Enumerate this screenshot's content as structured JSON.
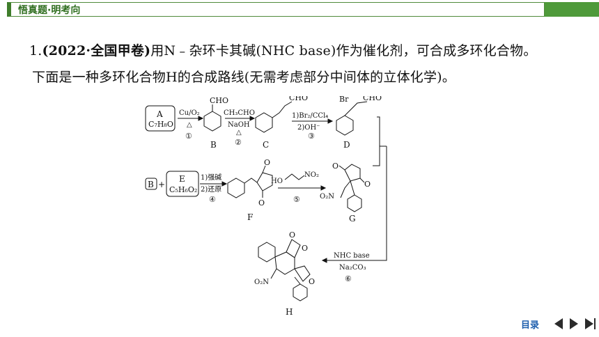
{
  "header": {
    "title": "悟真题·明考向"
  },
  "question": {
    "line1_num": "1.",
    "line1_src": "(2022·全国甲卷)",
    "line1_rest": "用N﹣杂环卡其碱(NHC base)作为催化剂，可合成多环化合物。",
    "line2": "下面是一种多环化合物H的合成路线(无需考虑部分中间体的立体化学)。"
  },
  "scheme": {
    "A": "A",
    "A_formula": "C₇H₈O",
    "step1_reagent": "Cu/O₂",
    "step1_cond": "△",
    "step1_num": "①",
    "B": "B",
    "B_sub": "CHO",
    "step2_reagent": "CH₃CHO",
    "step2_cond1": "NaOH",
    "step2_cond2": "△",
    "step2_num": "②",
    "C": "C",
    "C_sub": "CHO",
    "step3_reagent": "1)Br₂/CCl₄",
    "step3_cond": "2)OH⁻",
    "step3_num": "③",
    "D": "D",
    "D_br": "Br",
    "D_cho": "CHO",
    "B2": "B",
    "plus": "+",
    "E": "E",
    "E_formula": "C₅H₆O₂",
    "step4_reagent": "1)强碱",
    "step4_cond": "2)还原",
    "step4_num": "④",
    "F": "F",
    "F_o1": "O",
    "F_o2": "O",
    "step5_reagent": "HO",
    "step5_no2": "NO₂",
    "step5_num": "⑤",
    "G": "G",
    "G_o1": "O",
    "G_o2": "O",
    "G_no2": "O₂N",
    "step6_reagent": "NHC base",
    "step6_cond": "Na₂CO₃",
    "step6_num": "⑥",
    "H": "H",
    "H_o1": "O",
    "H_o2": "O",
    "H_o3": "O",
    "H_no2": "O₂N"
  },
  "nav": {
    "label": "目录"
  }
}
